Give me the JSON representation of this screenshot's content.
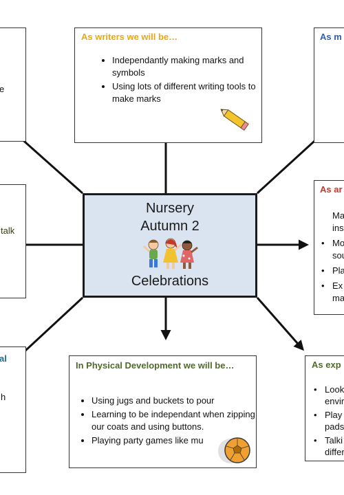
{
  "center": {
    "line1": "Nursery",
    "line2": "Autumn 2",
    "line3": "Celebrations"
  },
  "top_center": {
    "title": "As writers we will be…",
    "items": [
      "Independantly making marks and symbols",
      "Using lots of different writing tools to make marks"
    ],
    "title_color": "#e6a817"
  },
  "top_right": {
    "title": "As m",
    "title_color": "#2e5fa8"
  },
  "top_left": {
    "fragment": "e"
  },
  "mid_left": {
    "fragment": "talk"
  },
  "mid_right": {
    "title": "As ar",
    "title_color": "#c0392b",
    "items": [
      "Ma",
      "ins",
      "Mo",
      "sou",
      "Pla",
      "Ex",
      "ma"
    ]
  },
  "bottom_left": {
    "title_fragment": "al",
    "text_fragment": "h",
    "title_color": "#1f6b8a"
  },
  "bottom_center": {
    "title": "In Physical Development we will be…",
    "title_color": "#4f6b2a",
    "items": [
      "Using jugs and buckets to pour",
      "Learning to be independant when zipping our coats and using buttons.",
      "Playing party games like mu"
    ]
  },
  "bottom_right": {
    "title": "As exp",
    "title_color": "#4f6b2a",
    "items": [
      "Look",
      "envir",
      "Play",
      "pads",
      "Talki",
      "differ"
    ]
  },
  "icons": [
    "pencil-icon",
    "children-icon",
    "ball-icon"
  ]
}
